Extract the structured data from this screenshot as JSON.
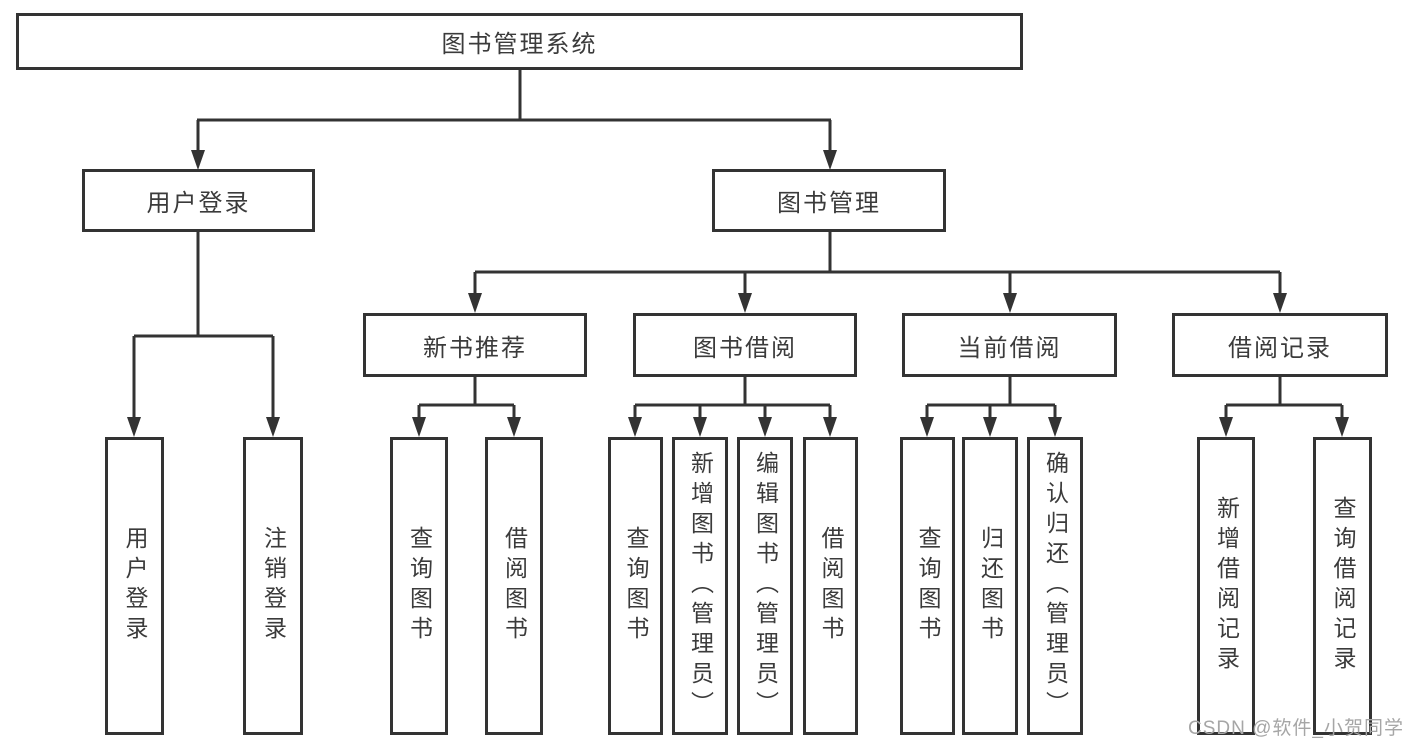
{
  "title": "图书管理系统",
  "level2": {
    "user_login": "用户登录",
    "book_mgmt": "图书管理"
  },
  "level3": {
    "new_books": "新书推荐",
    "book_borrow": "图书借阅",
    "current_borrow": "当前借阅",
    "borrow_records": "借阅记录"
  },
  "level4": {
    "user_login": [
      "用户登录",
      "注销登录"
    ],
    "new_books": [
      "查询图书",
      "借阅图书"
    ],
    "book_borrow": [
      "查询图书",
      "新增图书（管理员）",
      "编辑图书（管理员）",
      "借阅图书"
    ],
    "current_borrow": [
      "查询图书",
      "归还图书",
      "确认归还（管理员）"
    ],
    "borrow_records": [
      "新增借阅记录",
      "查询借阅记录"
    ]
  },
  "watermark": "CSDN @软件_小贺同学",
  "colors": {
    "line": "#333333",
    "text": "#3b3b3b",
    "watermark": "#a6a6a6",
    "background": "#ffffff"
  }
}
